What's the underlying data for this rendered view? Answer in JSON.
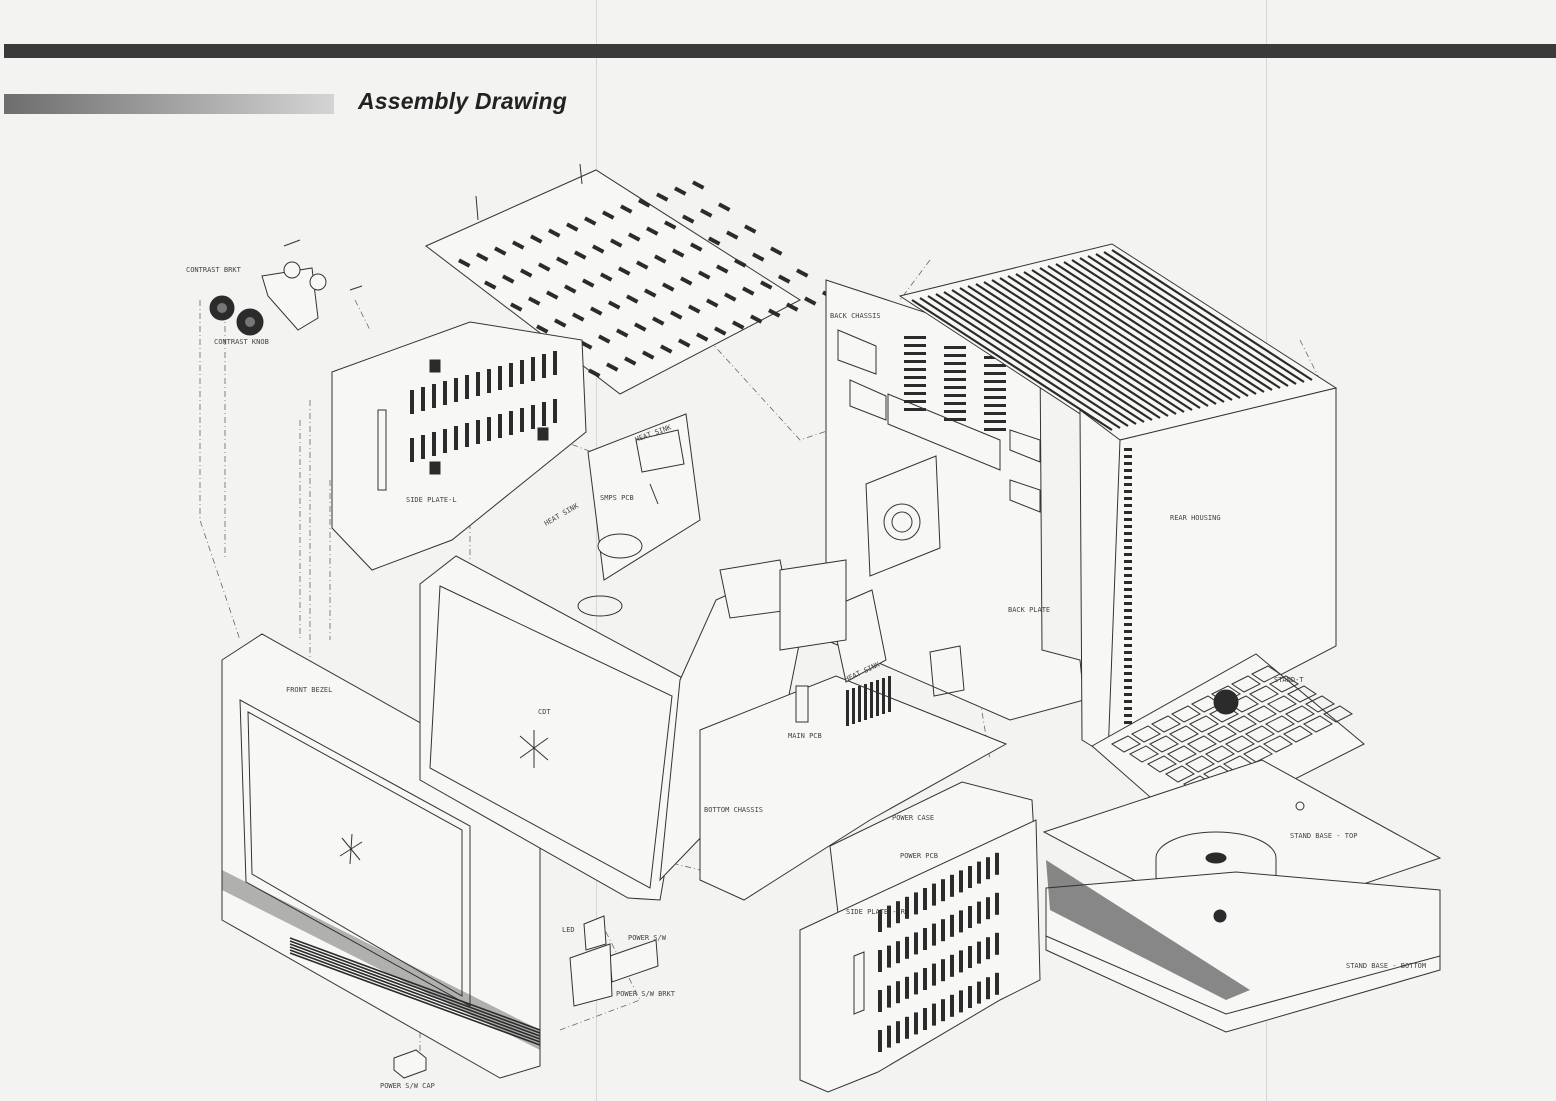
{
  "header": {
    "title": "Assembly Drawing"
  },
  "parts": {
    "contrast_brkt": "CONTRAST BRKT",
    "contrast_knob": "CONTRAST KNOB",
    "side_plate_l": "SIDE PLATE-L",
    "heat_sink_top": "HEAT SINK",
    "heat_sink_left": "HEAT SINK",
    "smps_pcb": "SMPS PCB",
    "back_chassis": "BACK CHASSIS",
    "rear_housing": "REAR HOUSING",
    "back_plate": "BACK PLATE",
    "front_bezel": "FRONT BEZEL",
    "cdt": "CDT",
    "main_pcb": "MAIN PCB",
    "heat_sink_main": "HEAT SINK",
    "stand_t": "STAND-T",
    "bottom_chassis": "BOTTOM CHASSIS",
    "power_case": "POWER CASE",
    "power_pcb": "POWER PCB",
    "stand_base_top": "STAND BASE - TOP",
    "side_plate_r": "SIDE PLATE - R",
    "led": "LED",
    "power_sw": "POWER S/W",
    "power_sw_brkt": "POWER S/W BRKT",
    "stand_base_bottom": "STAND BASE - BOTTOM",
    "power_sw_cap": "POWER S/W CAP"
  }
}
